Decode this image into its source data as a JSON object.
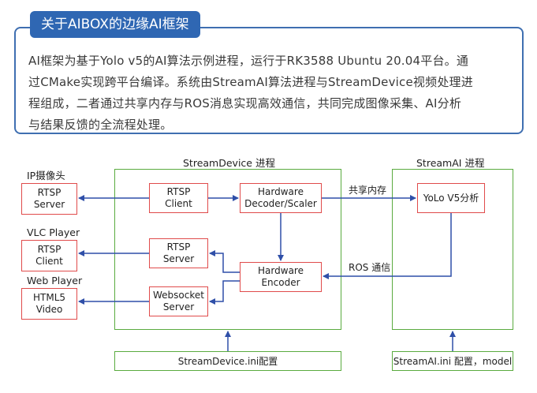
{
  "intro": {
    "title": "关于AIBOX的边缘AI框架",
    "lines": [
      "AI框架为基于Yolo v5的AI算法示例进程，运行于RK3588 Ubuntu 20.04平台。通",
      "过CMake实现跨平台编译。系统由StreamAI算法进程与StreamDevice视频处理进",
      "程组成，二者通过共享内存与ROS消息实现高效通信，共同完成图像采集、AI分析",
      "与结果反馈的全流程处理。"
    ]
  },
  "diagram": {
    "stream_device_title": "StreamDevice 进程",
    "stream_ai_title": "StreamAI 进程",
    "ip_camera_label": "IP摄像头",
    "vlc_label": "VLC Player",
    "web_label": "Web Player",
    "rtsp_server_left": "RTSP\nServer",
    "rtsp_client_left": "RTSP\nClient",
    "html5_video": "HTML5\nVideo",
    "rtsp_client_mid": "RTSP\nClient",
    "rtsp_server_mid": "RTSP\nServer",
    "websocket_server": "Websocket\nServer",
    "hw_decoder": "Hardware\nDecoder/Scaler",
    "hw_encoder": "Hardware\nEncoder",
    "yolo": "YoLo V5分析",
    "shared_memory": "共享内存",
    "ros_comm": "ROS 通信",
    "device_cfg": "StreamDevice.ini配置",
    "ai_cfg": "StreamAI.ini 配置，model"
  },
  "colors": {
    "accent": "#2f67b3",
    "box_border": "#e04b4b",
    "region_border": "#5aab3f",
    "arrow": "#2f4fa8"
  }
}
